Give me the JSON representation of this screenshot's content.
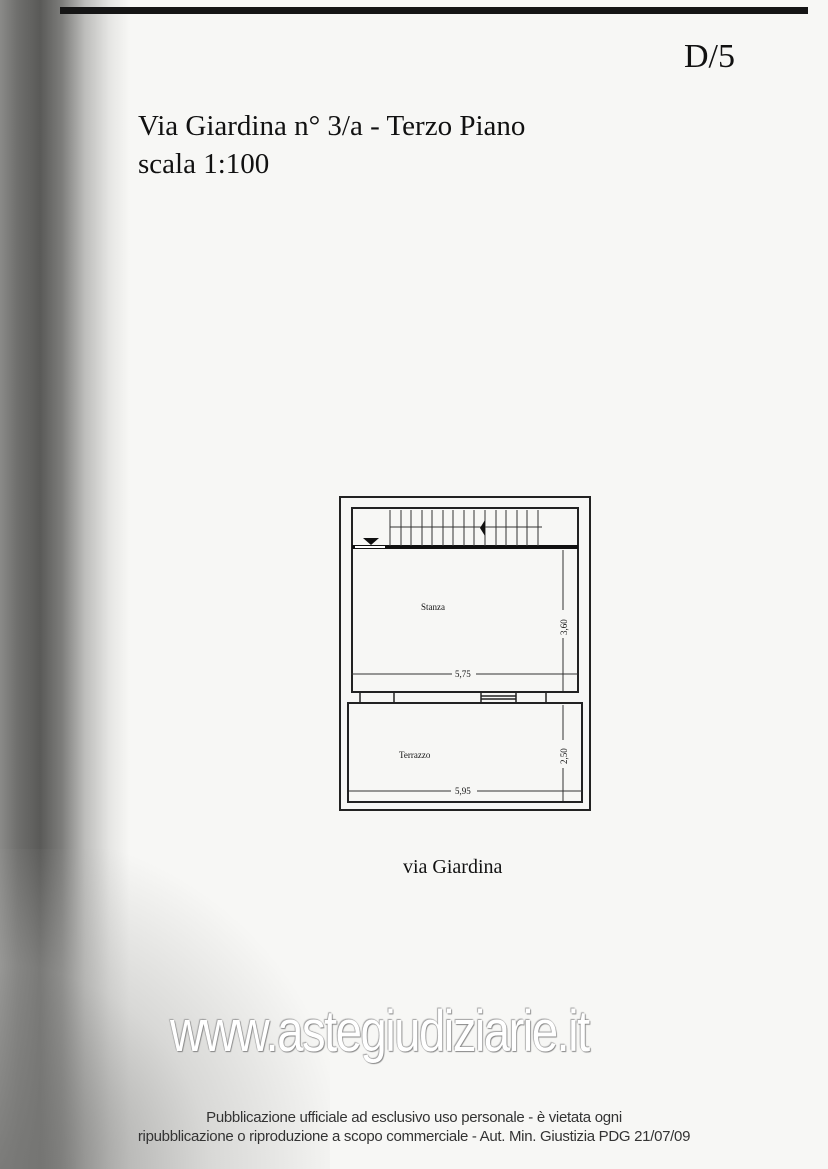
{
  "page_code": "D/5",
  "title": {
    "line1": "Via Giardina n° 3/a - Terzo Piano",
    "line2": "scala 1:100"
  },
  "plan": {
    "rooms": [
      {
        "label": "Stanza",
        "width": "5,75",
        "depth": "3,60"
      },
      {
        "label": "Terrazzo",
        "width": "5,95",
        "depth": "2,50"
      }
    ]
  },
  "street_label": "via Giardina",
  "watermark": "www.astegiudiziarie.it",
  "notice": {
    "line1": "Pubblicazione ufficiale ad esclusivo uso personale - è vietata ogni",
    "line2": "ripubblicazione o riproduzione a scopo commerciale - Aut. Min. Giustizia PDG 21/07/09"
  }
}
